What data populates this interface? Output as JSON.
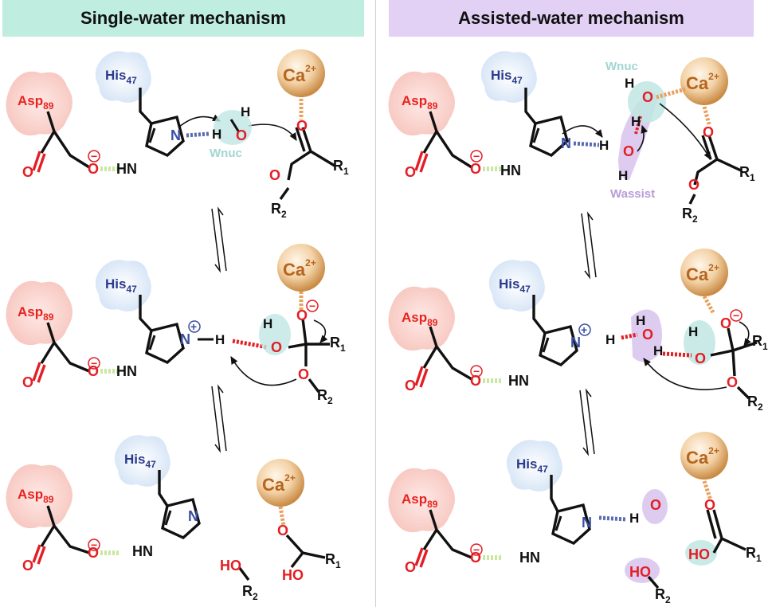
{
  "headers": {
    "left": "Single-water mechanism",
    "right": "Assisted-water mechanism"
  },
  "labels": {
    "asp": "Asp",
    "asp_sub": "89",
    "his": "His",
    "his_sub": "47",
    "ca": "Ca",
    "ca_sup": "2",
    "plus": "+",
    "minus": "−",
    "wnuc": "Wnuc",
    "wassist": "Wassist",
    "o": "O",
    "h": "H",
    "n": "N",
    "hn": "HN",
    "ho": "HO",
    "r1": "R",
    "r1_sub": "1",
    "r2": "R",
    "r2_sub": "2"
  },
  "colors": {
    "asp_red": "#e8231f",
    "his_blue": "#2b3a8c",
    "ca_brown": "#b5651d",
    "wnuc_teal": "#9fd6d2",
    "wassist_purple": "#b89cd8",
    "oxygen": "#e31e24",
    "nitrogen": "#3a4fa0"
  }
}
